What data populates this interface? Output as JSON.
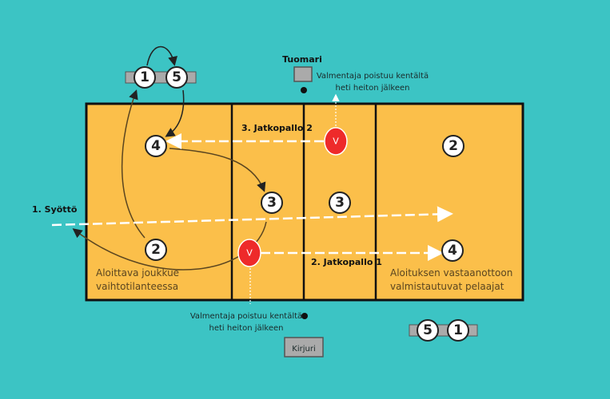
{
  "colors": {
    "background": "#3cc4c4",
    "court": "#fbbf4a",
    "coach": "#ee2a2a",
    "player": "#ffffff",
    "line": "#111111"
  },
  "labels": {
    "referee": "Tuomari",
    "scorer": "Kirjuri",
    "coach_note_top": [
      "Valmentaja poistuu kentältä",
      "heti heiton jälkeen"
    ],
    "coach_note_bottom": [
      "Valmentaja poistuu kentältä",
      "heti heiton jälkeen"
    ],
    "serve": "1. Syöttö",
    "continue_1": "2. Jatkopallo 1",
    "continue_2": "3. Jatkopallo 2",
    "left_area": [
      "Aloittava joukkue",
      "vaihtotilanteessa"
    ],
    "right_area": [
      "Aloituksen vastaanottoon",
      "valmistautuvat pelaajat"
    ]
  },
  "players": {
    "bench_left": [
      "1",
      "5"
    ],
    "left_team": [
      "4",
      "3",
      "2"
    ],
    "right_team": [
      "3",
      "2",
      "4"
    ],
    "bench_right": [
      "5",
      "1"
    ],
    "coach": "V"
  }
}
